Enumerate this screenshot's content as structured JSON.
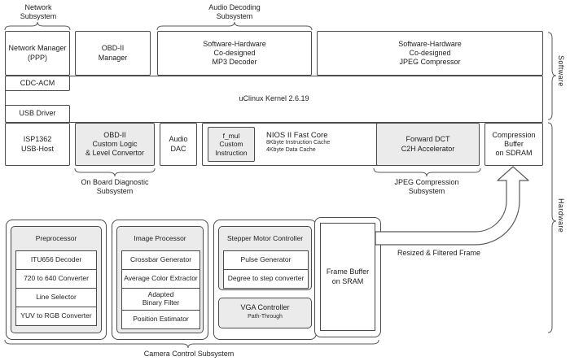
{
  "colors": {
    "line": "#4b4b4b",
    "panel_fill": "#ebebeb",
    "background": "#ffffff",
    "text": "#1d1d1d"
  },
  "software": {
    "side_label": "Software",
    "network_subsystem_label": "Network\nSubsystem",
    "audio_subsystem_label": "Audio Decoding\nSubsystem",
    "boxes": {
      "network_manager": "Network Manager\n(PPP)",
      "obdii_manager": "OBD-II\nManager",
      "mp3_decoder": "Software-Hardware\nCo-designed\nMP3 Decoder",
      "jpeg_compressor": "Software-Hardware\nCo-designed\nJPEG Compressor",
      "cdc_acm": "CDC-ACM",
      "usb_driver": "USB Driver",
      "kernel": "uClinux Kernel 2.6.19"
    }
  },
  "hardware": {
    "side_label": "Hardware",
    "boxes": {
      "isp1362": "ISP1362\nUSB-Host",
      "obdii_custom": "OBD-II\nCustom Logic\n& Level Convertor",
      "audio_dac": "Audio\nDAC",
      "fmul": "f_mul\nCustom\nInstruction",
      "nios_title": "NIOS II Fast Core",
      "nios_cache_1": "8Kbyte Instruction Cache",
      "nios_cache_2": "4Kbyte Data Cache",
      "forward_dct": "Forward DCT\nC2H Accelerator",
      "compression_buffer": "Compression\nBuffer\non SDRAM"
    },
    "onboard_diag_label": "On Board Diagnostic\nSubsystem",
    "jpeg_subsystem_label": "JPEG Compression\nSubsystem",
    "arrow_label": "Resized & Filtered Frame",
    "camera": {
      "label": "Camera Control Subsystem",
      "panels": [
        {
          "title": "Preprocessor",
          "rows": [
            "ITU656 Decoder",
            "720 to 640 Converter",
            "Line Selector",
            "YUV to RGB Converter"
          ]
        },
        {
          "title": "Image Processor",
          "rows": [
            "Crossbar Generator",
            "Average Color Extractor",
            "Adapted\nBinary Filter",
            "Position Estimator"
          ]
        },
        {
          "title": "Stepper Motor Controller",
          "rows": [
            "Pulse Generator",
            "Degree to step converter"
          ]
        }
      ],
      "vga": {
        "title": "VGA Controller",
        "subtitle": "Path-Through"
      },
      "frame_buffer": "Frame Buffer\non SRAM"
    }
  }
}
